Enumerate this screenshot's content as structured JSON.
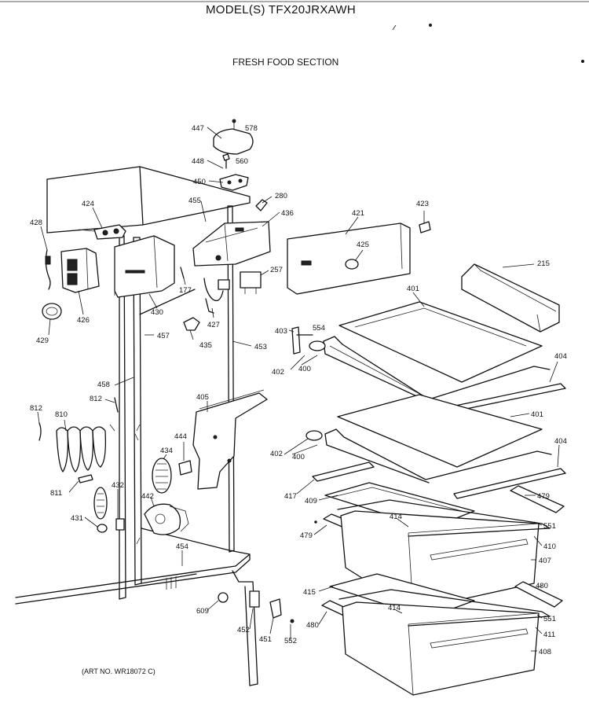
{
  "header": {
    "model_title": "MODEL(S) TFX20JRXAWH",
    "section_title": "FRESH FOOD SECTION"
  },
  "footer": {
    "art_number": "(ART NO. WR18072 C)"
  },
  "callouts": [
    {
      "id": "c447",
      "text": "447"
    },
    {
      "id": "c578",
      "text": "578"
    },
    {
      "id": "c448",
      "text": "448"
    },
    {
      "id": "c560",
      "text": "560"
    },
    {
      "id": "c450",
      "text": "450"
    },
    {
      "id": "c280",
      "text": "280"
    },
    {
      "id": "c424",
      "text": "424"
    },
    {
      "id": "c455",
      "text": "455"
    },
    {
      "id": "c436",
      "text": "436"
    },
    {
      "id": "c421",
      "text": "421"
    },
    {
      "id": "c423",
      "text": "423"
    },
    {
      "id": "c428",
      "text": "428"
    },
    {
      "id": "c425",
      "text": "425"
    },
    {
      "id": "c215",
      "text": "215"
    },
    {
      "id": "c257",
      "text": "257"
    },
    {
      "id": "c177",
      "text": "177"
    },
    {
      "id": "c426",
      "text": "426"
    },
    {
      "id": "c430",
      "text": "430"
    },
    {
      "id": "c401a",
      "text": "401"
    },
    {
      "id": "c427",
      "text": "427"
    },
    {
      "id": "c429",
      "text": "429"
    },
    {
      "id": "c457",
      "text": "457"
    },
    {
      "id": "c403",
      "text": "403"
    },
    {
      "id": "c554",
      "text": "554"
    },
    {
      "id": "c435",
      "text": "435"
    },
    {
      "id": "c453",
      "text": "453"
    },
    {
      "id": "c402a",
      "text": "402"
    },
    {
      "id": "c400a",
      "text": "400"
    },
    {
      "id": "c404a",
      "text": "404"
    },
    {
      "id": "c458",
      "text": "458"
    },
    {
      "id": "c405",
      "text": "405"
    },
    {
      "id": "c812a",
      "text": "812"
    },
    {
      "id": "c812b",
      "text": "812"
    },
    {
      "id": "c810",
      "text": "810"
    },
    {
      "id": "c401b",
      "text": "401"
    },
    {
      "id": "c444",
      "text": "444"
    },
    {
      "id": "c434",
      "text": "434"
    },
    {
      "id": "c402b",
      "text": "402"
    },
    {
      "id": "c400b",
      "text": "400"
    },
    {
      "id": "c404b",
      "text": "404"
    },
    {
      "id": "c432",
      "text": "432"
    },
    {
      "id": "c417",
      "text": "417"
    },
    {
      "id": "c811",
      "text": "811"
    },
    {
      "id": "c442",
      "text": "442"
    },
    {
      "id": "c409",
      "text": "409"
    },
    {
      "id": "c479a",
      "text": "479"
    },
    {
      "id": "c431",
      "text": "431"
    },
    {
      "id": "c414a",
      "text": "414"
    },
    {
      "id": "c551a",
      "text": "551"
    },
    {
      "id": "c479b",
      "text": "479"
    },
    {
      "id": "c410",
      "text": "410"
    },
    {
      "id": "c454",
      "text": "454"
    },
    {
      "id": "c407",
      "text": "407"
    },
    {
      "id": "c480a",
      "text": "480"
    },
    {
      "id": "c415",
      "text": "415"
    },
    {
      "id": "c414b",
      "text": "414"
    },
    {
      "id": "c609",
      "text": "609"
    },
    {
      "id": "c551b",
      "text": "551"
    },
    {
      "id": "c480b",
      "text": "480"
    },
    {
      "id": "c411",
      "text": "411"
    },
    {
      "id": "c452",
      "text": "452"
    },
    {
      "id": "c451",
      "text": "451"
    },
    {
      "id": "c552",
      "text": "552"
    },
    {
      "id": "c408",
      "text": "408"
    }
  ]
}
